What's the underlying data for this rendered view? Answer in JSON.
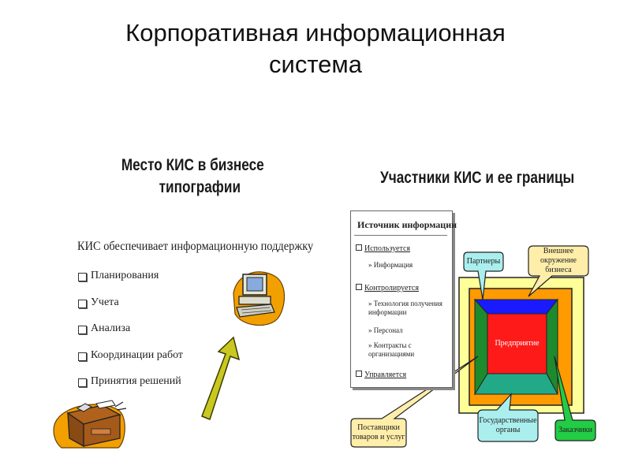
{
  "title": {
    "line1": "Корпоративная информационная",
    "line2": "система"
  },
  "left": {
    "heading": {
      "line1": "Место КИС в бизнесе",
      "line2": "типографии"
    },
    "intro": "КИС обеспечивает информационную поддержку",
    "items": [
      "Планирования",
      "Учета",
      "Анализа",
      "Координации работ",
      "Принятия решений"
    ]
  },
  "right": {
    "heading": "Участники КИС и ее границы",
    "source": {
      "title": "Источник информации",
      "uses": "Используется",
      "uses_sub": "Информация",
      "controls": "Контролируется",
      "controls_sub1": "Технология получения информации",
      "controls_sub2": "Персонал",
      "controls_sub3": "Контракты с организациями",
      "managed": "Управляется"
    },
    "center": "Предприятие",
    "partners": "Партнеры",
    "environment": "Внешнее окружение бизнеса",
    "suppliers": "Поставщики товаров и услуг",
    "government": "Государственные органы",
    "customers": "Заказчики"
  },
  "colors": {
    "red": "#ff1a1a",
    "blue": "#1a1aff",
    "green": "#1e8a2e",
    "teal": "#22aa88",
    "orange": "#ff9a00",
    "yellow_light": "#ffff99",
    "cyan_callout": "#aaeeee",
    "tan_callout": "#ffeeaa",
    "green_callout": "#22cc44",
    "arrow": "#c8c820"
  }
}
